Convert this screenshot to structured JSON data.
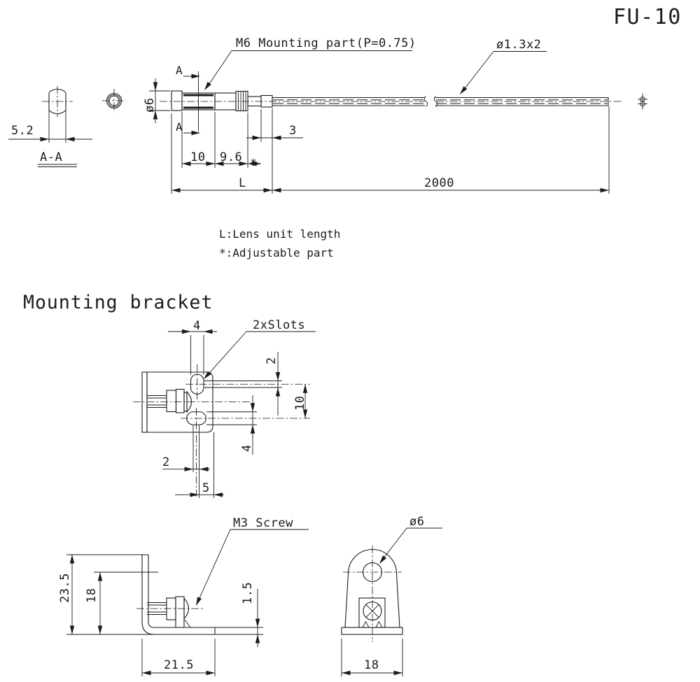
{
  "title": "FU-10",
  "sensor_view": {
    "labels": {
      "mounting": "M6 Mounting part(P=0.75)",
      "fiber": "ø1.3x2",
      "diameter": "ø6",
      "section_marker": "A"
    },
    "dims": {
      "flat_width": "5.2",
      "section_name": "A-A",
      "thread_length": "10",
      "body_length": "9.6",
      "adjustable": "*",
      "tip_length": "3",
      "lens_unit": "L",
      "cable_length": "2000"
    },
    "notes": {
      "lens": "L:Lens unit length",
      "adjustable": "*:Adjustable part"
    }
  },
  "bracket": {
    "heading": "Mounting bracket",
    "top_view": {
      "slot_width": "4",
      "slots_label": "2xSlots",
      "arc_offset": "2",
      "slot_pitch": "10",
      "lower_slot_width": "4",
      "lower_arc_offset": "2",
      "edge_offset": "5"
    },
    "side_view": {
      "screw_label": "M3 Screw",
      "height": "23.5",
      "screw_height": "18",
      "thickness": "1.5",
      "depth": "21.5"
    },
    "front_view": {
      "hole_diameter": "ø6",
      "width": "18"
    }
  }
}
